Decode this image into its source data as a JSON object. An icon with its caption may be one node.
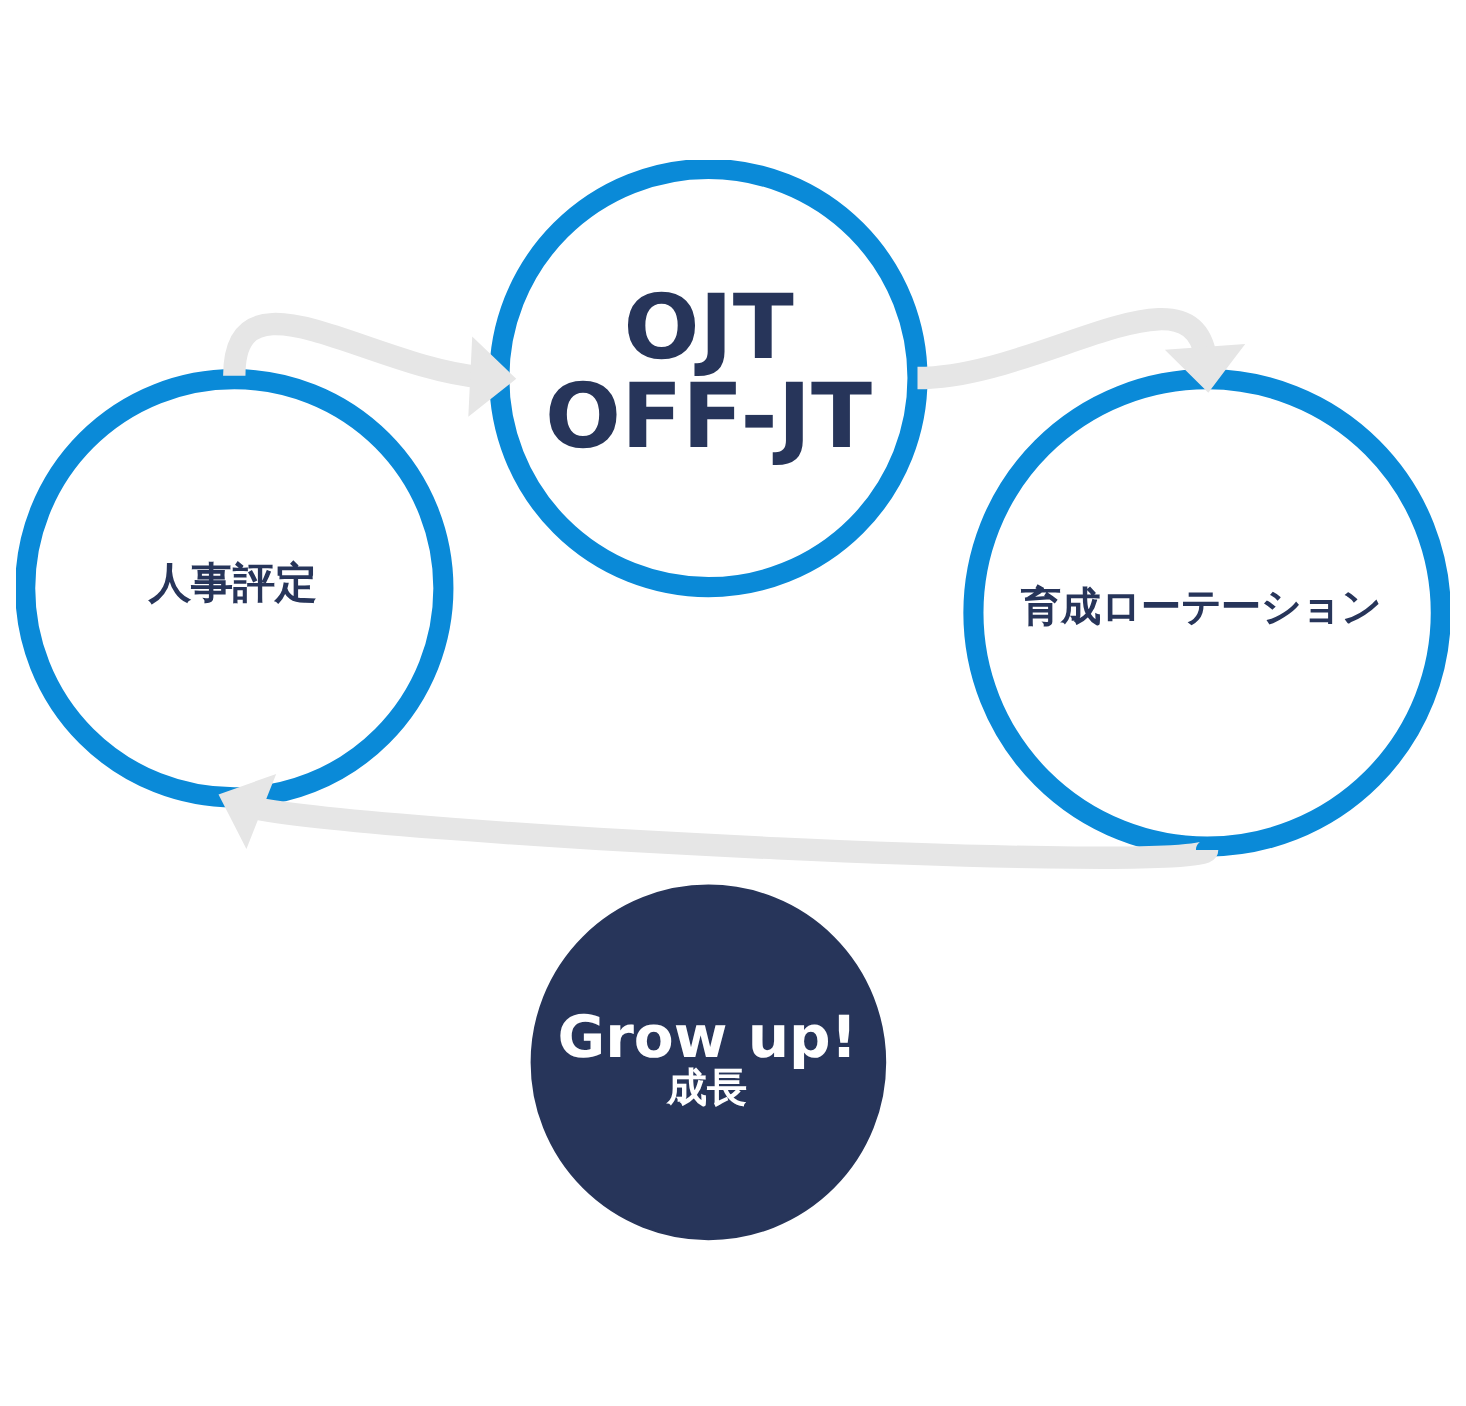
{
  "diagram": {
    "nodes": [
      {
        "text": [
          "OJT OFF-JT"
        ]
      },
      {
        "text": [
          "Grow up!",
          "成長"
        ]
      },
      {
        "text": [
          "人事評定"
        ]
      },
      {
        "text": [
          "育成ローテーション"
        ]
      }
    ],
    "edges": [
      {
        "from": 2,
        "to": 0,
        "arrow": "to"
      },
      {
        "from": 0,
        "to": 3,
        "arrow": "to"
      },
      {
        "from": 3,
        "to": 2,
        "arrow": "to"
      }
    ]
  }
}
